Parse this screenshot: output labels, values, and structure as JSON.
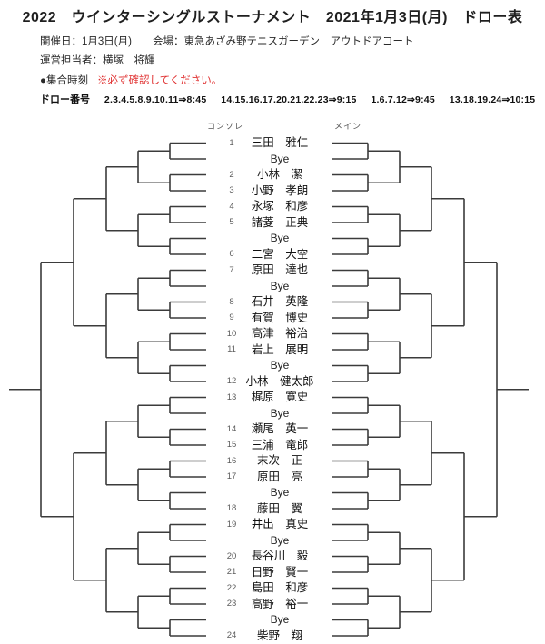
{
  "header": {
    "title": "2022　ウインターシングルストーナメント　2021年1月3日(月)　ドロー表"
  },
  "info": {
    "line1": "開催日：1月3日(月)　　会場：東急あざみ野テニスガーデン　アウトドアコート",
    "line2": "運営担当者：横塚　将輝"
  },
  "meeting": {
    "label": "●集合時刻",
    "note": "※必ず確認してください。",
    "note_color": "#e03131"
  },
  "draw_numbers": {
    "label": "ドロー番号",
    "groups": [
      "2.3.4.5.8.9.10.11⇒8:45",
      "14.15.16.17.20.21.22.23⇒9:15",
      "1.6.7.12⇒9:45",
      "13.18.19.24⇒10:15"
    ]
  },
  "bracket": {
    "left_label": "コンソレ",
    "right_label": "メイン",
    "line_color": "#3b3b3b",
    "slots": [
      {
        "seed": "1",
        "name": "三田　雅仁"
      },
      {
        "seed": "",
        "name": "Bye"
      },
      {
        "seed": "2",
        "name": "小林　潔"
      },
      {
        "seed": "3",
        "name": "小野　孝朗"
      },
      {
        "seed": "4",
        "name": "永塚　和彦"
      },
      {
        "seed": "5",
        "name": "諸菱　正典"
      },
      {
        "seed": "",
        "name": "Bye"
      },
      {
        "seed": "6",
        "name": "二宮　大空"
      },
      {
        "seed": "7",
        "name": "原田　達也"
      },
      {
        "seed": "",
        "name": "Bye"
      },
      {
        "seed": "8",
        "name": "石井　英隆"
      },
      {
        "seed": "9",
        "name": "有賀　博史"
      },
      {
        "seed": "10",
        "name": "高津　裕治"
      },
      {
        "seed": "11",
        "name": "岩上　展明"
      },
      {
        "seed": "",
        "name": "Bye"
      },
      {
        "seed": "12",
        "name": "小林　健太郎"
      },
      {
        "seed": "13",
        "name": "梶原　寛史"
      },
      {
        "seed": "",
        "name": "Bye"
      },
      {
        "seed": "14",
        "name": "瀬尾　英一"
      },
      {
        "seed": "15",
        "name": "三浦　竜郎"
      },
      {
        "seed": "16",
        "name": "末次　正"
      },
      {
        "seed": "17",
        "name": "原田　亮"
      },
      {
        "seed": "",
        "name": "Bye"
      },
      {
        "seed": "18",
        "name": "藤田　翼"
      },
      {
        "seed": "19",
        "name": "井出　真史"
      },
      {
        "seed": "",
        "name": "Bye"
      },
      {
        "seed": "20",
        "name": "長谷川　毅"
      },
      {
        "seed": "21",
        "name": "日野　賢一"
      },
      {
        "seed": "22",
        "name": "島田　和彦"
      },
      {
        "seed": "23",
        "name": "高野　裕一"
      },
      {
        "seed": "",
        "name": "Bye"
      },
      {
        "seed": "24",
        "name": "柴野　翔"
      }
    ]
  }
}
